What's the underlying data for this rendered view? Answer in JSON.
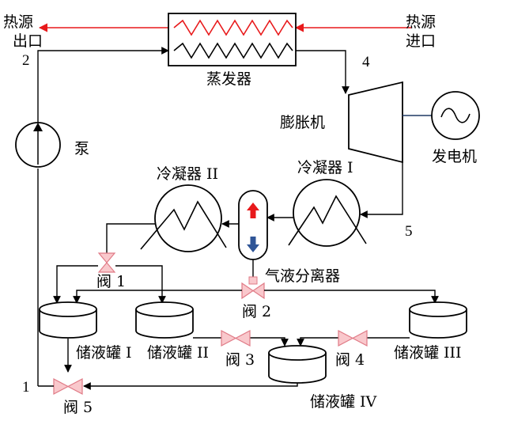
{
  "labels": {
    "heat_source_outlet": [
      "热源",
      "出口"
    ],
    "heat_source_inlet": [
      "热源",
      "进口"
    ],
    "evaporator": "蒸发器",
    "expander": "膨胀机",
    "generator": "发电机",
    "pump": "泵",
    "condenser_1": "冷凝器 I",
    "condenser_2": "冷凝器 II",
    "separator": "气液分离器",
    "valve_1": "阀 1",
    "valve_2": "阀 2",
    "valve_3": "阀 3",
    "valve_4": "阀 4",
    "valve_5": "阀 5",
    "tank_1": "储液罐 I",
    "tank_2": "储液罐 II",
    "tank_3": "储液罐 III",
    "tank_4": "储液罐 IV"
  },
  "state_points": {
    "p1": "1",
    "p2": "2",
    "p4": "4",
    "p5": "5"
  },
  "colors": {
    "heat_stream": "#e8191b",
    "line": "#000000",
    "valve_fill": "#f9c8cc",
    "valve_stroke": "#e07a86",
    "vapor_arrow": "#e8191b",
    "liquid_arrow": "#2f5597",
    "generator_link": "#1f3864"
  }
}
